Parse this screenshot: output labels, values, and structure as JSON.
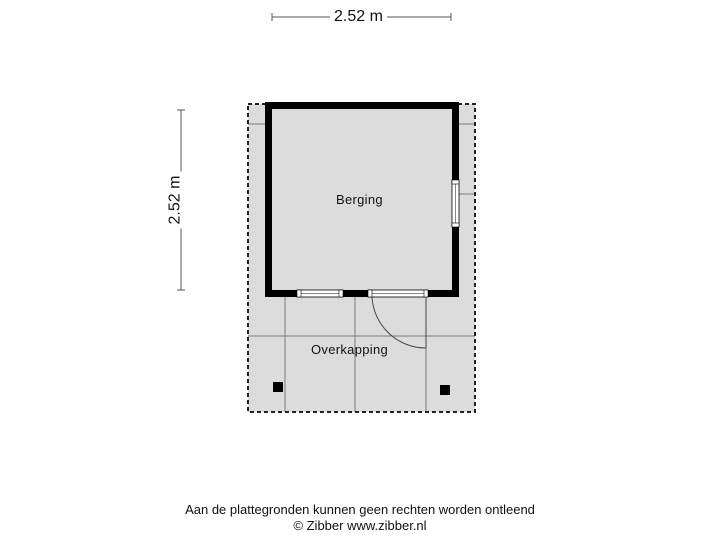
{
  "dimensions": {
    "horizontal": "2.52 m",
    "vertical": "2.52 m"
  },
  "rooms": [
    {
      "name": "Berging"
    },
    {
      "name": "Overkapping"
    }
  ],
  "footer": {
    "disclaimer": "Aan de plattegronden kunnen geen rechten worden ontleend",
    "copyright": "© Zibber www.zibber.nl"
  },
  "colors": {
    "floor": "#dcdcdc",
    "wall": "#000000",
    "grid_line": "#7a7a7a",
    "dimension_line": "#555555"
  }
}
